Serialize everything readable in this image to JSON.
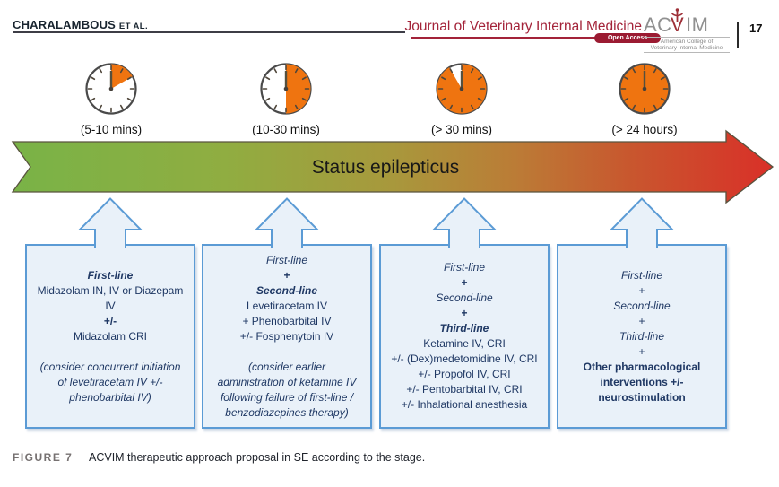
{
  "header": {
    "author": "CHARALAMBOUS",
    "et_al": "ET AL.",
    "journal_title": "Journal of Veterinary Internal Medicine",
    "open_access": "Open Access",
    "acvim": {
      "ac": "AC",
      "v": "V",
      "im": "IM",
      "sub_line1": "American College of",
      "sub_line2": "Veterinary Internal Medicine"
    },
    "page_number": "17"
  },
  "timeline": {
    "clock_color": "#ef7410",
    "clocks": [
      {
        "label": "(5-10 mins)",
        "fill_deg": 60
      },
      {
        "label": "(10-30 mins)",
        "fill_deg": 180
      },
      {
        "label": "(> 30 mins)",
        "fill_deg": 330
      },
      {
        "label": "(> 24 hours)",
        "fill_deg": 360
      }
    ]
  },
  "banner": {
    "label": "Status epilepticus",
    "gradient": [
      "#79b347",
      "#90ad41",
      "#a8983c",
      "#bb7c36",
      "#c9552e",
      "#d93028"
    ]
  },
  "boxes": [
    {
      "lines": [
        {
          "text": "First-line",
          "style": "bolditalic"
        },
        {
          "text": "Midazolam IN, IV or Diazepam",
          "style": "regular"
        },
        {
          "text": "IV",
          "style": "regular"
        },
        {
          "text": "+/-",
          "style": "bold"
        },
        {
          "text": "Midazolam CRI",
          "style": "regular"
        },
        {
          "text": "",
          "style": "blank"
        },
        {
          "text": "(consider concurrent initiation",
          "style": "italic"
        },
        {
          "text": "of levetiracetam IV +/-",
          "style": "italic"
        },
        {
          "text": "phenobarbital IV)",
          "style": "italic"
        }
      ]
    },
    {
      "lines": [
        {
          "text": "First-line",
          "style": "italic"
        },
        {
          "text": "+",
          "style": "bold"
        },
        {
          "text": "Second-line",
          "style": "bolditalic"
        },
        {
          "text": "Levetiracetam IV",
          "style": "regular"
        },
        {
          "text": "+ Phenobarbital IV",
          "style": "regular"
        },
        {
          "text": "+/- Fosphenytoin IV",
          "style": "regular"
        },
        {
          "text": "",
          "style": "blank"
        },
        {
          "text": "(consider earlier",
          "style": "italic"
        },
        {
          "text": "administration of ketamine IV",
          "style": "italic"
        },
        {
          "text": "following failure of first-line /",
          "style": "italic"
        },
        {
          "text": "benzodiazepines therapy)",
          "style": "italic"
        }
      ]
    },
    {
      "lines": [
        {
          "text": "First-line",
          "style": "italic"
        },
        {
          "text": "+",
          "style": "bold"
        },
        {
          "text": "Second-line",
          "style": "italic"
        },
        {
          "text": "+",
          "style": "bold"
        },
        {
          "text": "Third-line",
          "style": "bolditalic"
        },
        {
          "text": "Ketamine IV, CRI",
          "style": "regular"
        },
        {
          "text": "+/- (Dex)medetomidine IV, CRI",
          "style": "regular"
        },
        {
          "text": "+/- Propofol IV, CRI",
          "style": "regular"
        },
        {
          "text": "+/- Pentobarbital IV, CRI",
          "style": "regular"
        },
        {
          "text": "+/- Inhalational anesthesia",
          "style": "regular"
        }
      ]
    },
    {
      "lines": [
        {
          "text": "First-line",
          "style": "italic"
        },
        {
          "text": "+",
          "style": "regular"
        },
        {
          "text": "Second-line",
          "style": "italic"
        },
        {
          "text": "+",
          "style": "regular"
        },
        {
          "text": "Third-line",
          "style": "italic"
        },
        {
          "text": "+",
          "style": "regular"
        },
        {
          "text": "Other pharmacological",
          "style": "bold"
        },
        {
          "text": "interventions +/-",
          "style": "bold"
        },
        {
          "text": "neurostimulation",
          "style": "bold"
        }
      ]
    }
  ],
  "caption": {
    "label": "FIGURE 7",
    "text": "ACVIM therapeutic approach proposal in SE according to the stage."
  },
  "colors": {
    "box_border": "#5b9bd5",
    "box_fill": "#e9f1f9",
    "box_text": "#1f3864",
    "journal_red": "#a32339",
    "clock_orange": "#ef7410",
    "arrow_red": "#d93028",
    "arrow_green": "#79b347"
  }
}
